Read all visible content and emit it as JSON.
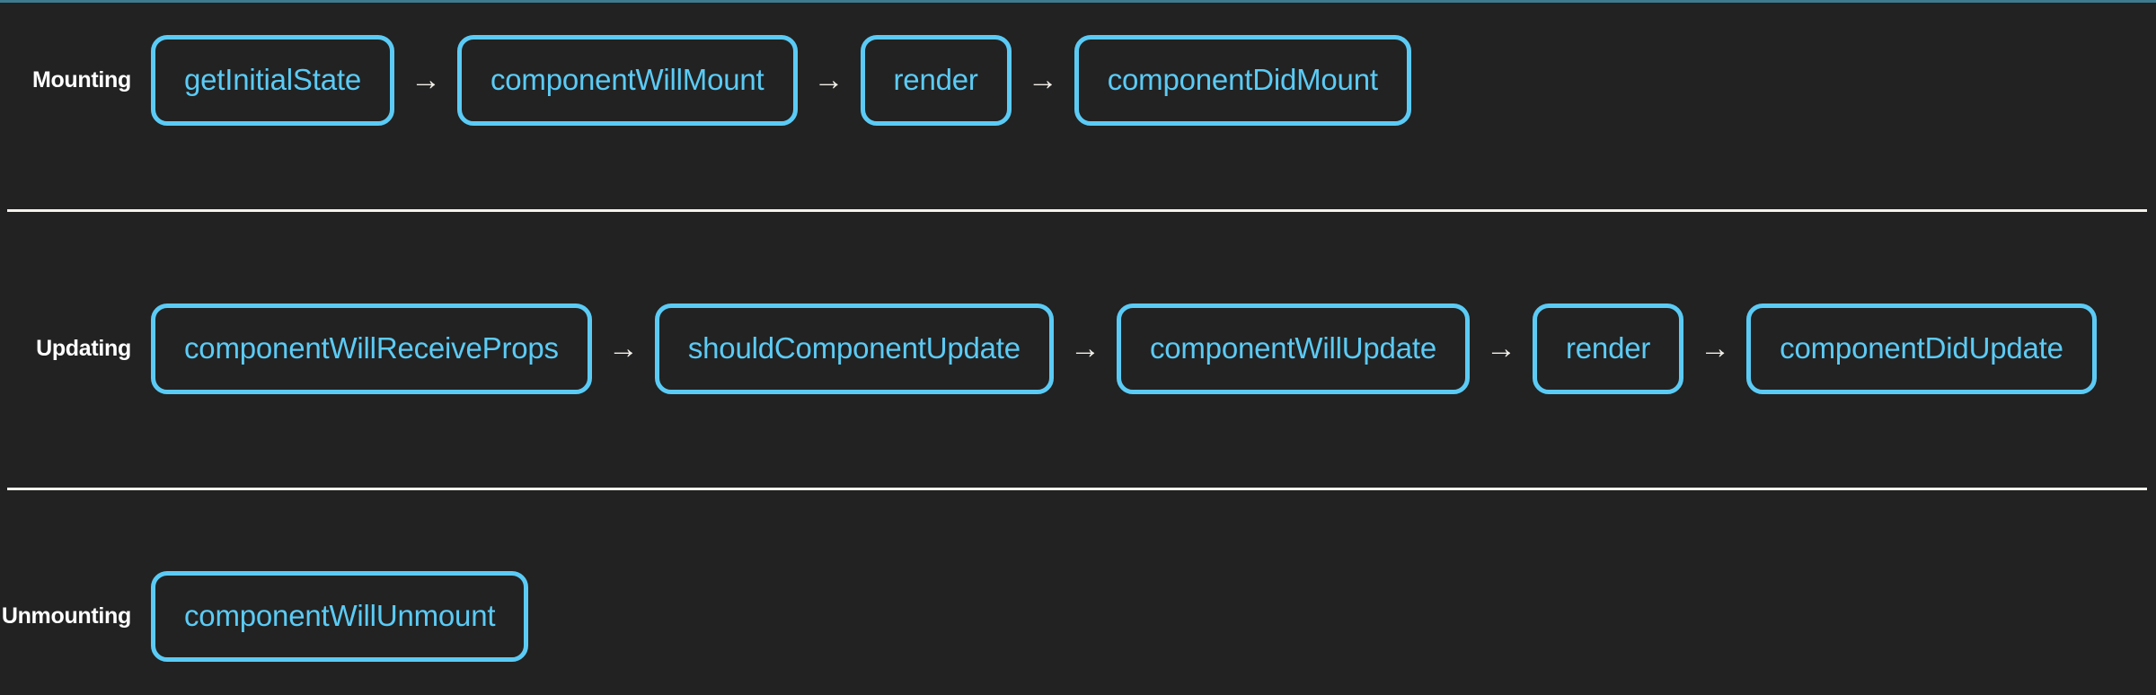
{
  "meta": {
    "background_color": "#222222",
    "accent_color": "#5bcbf5",
    "label_color": "#ffffff",
    "divider_color": "#f4f1ec",
    "top_accent_color": "#3f7b8f",
    "arrow_glyph": "→"
  },
  "diagram": {
    "rows": [
      {
        "id": "mounting",
        "label": "Mounting",
        "steps": [
          "getInitialState",
          "componentWillMount",
          "render",
          "componentDidMount"
        ]
      },
      {
        "id": "updating",
        "label": "Updating",
        "steps": [
          "componentWillReceiveProps",
          "shouldComponentUpdate",
          "componentWillUpdate",
          "render",
          "componentDidUpdate"
        ]
      },
      {
        "id": "unmounting",
        "label": "Unmounting",
        "steps": [
          "componentWillUnmount"
        ]
      }
    ]
  }
}
